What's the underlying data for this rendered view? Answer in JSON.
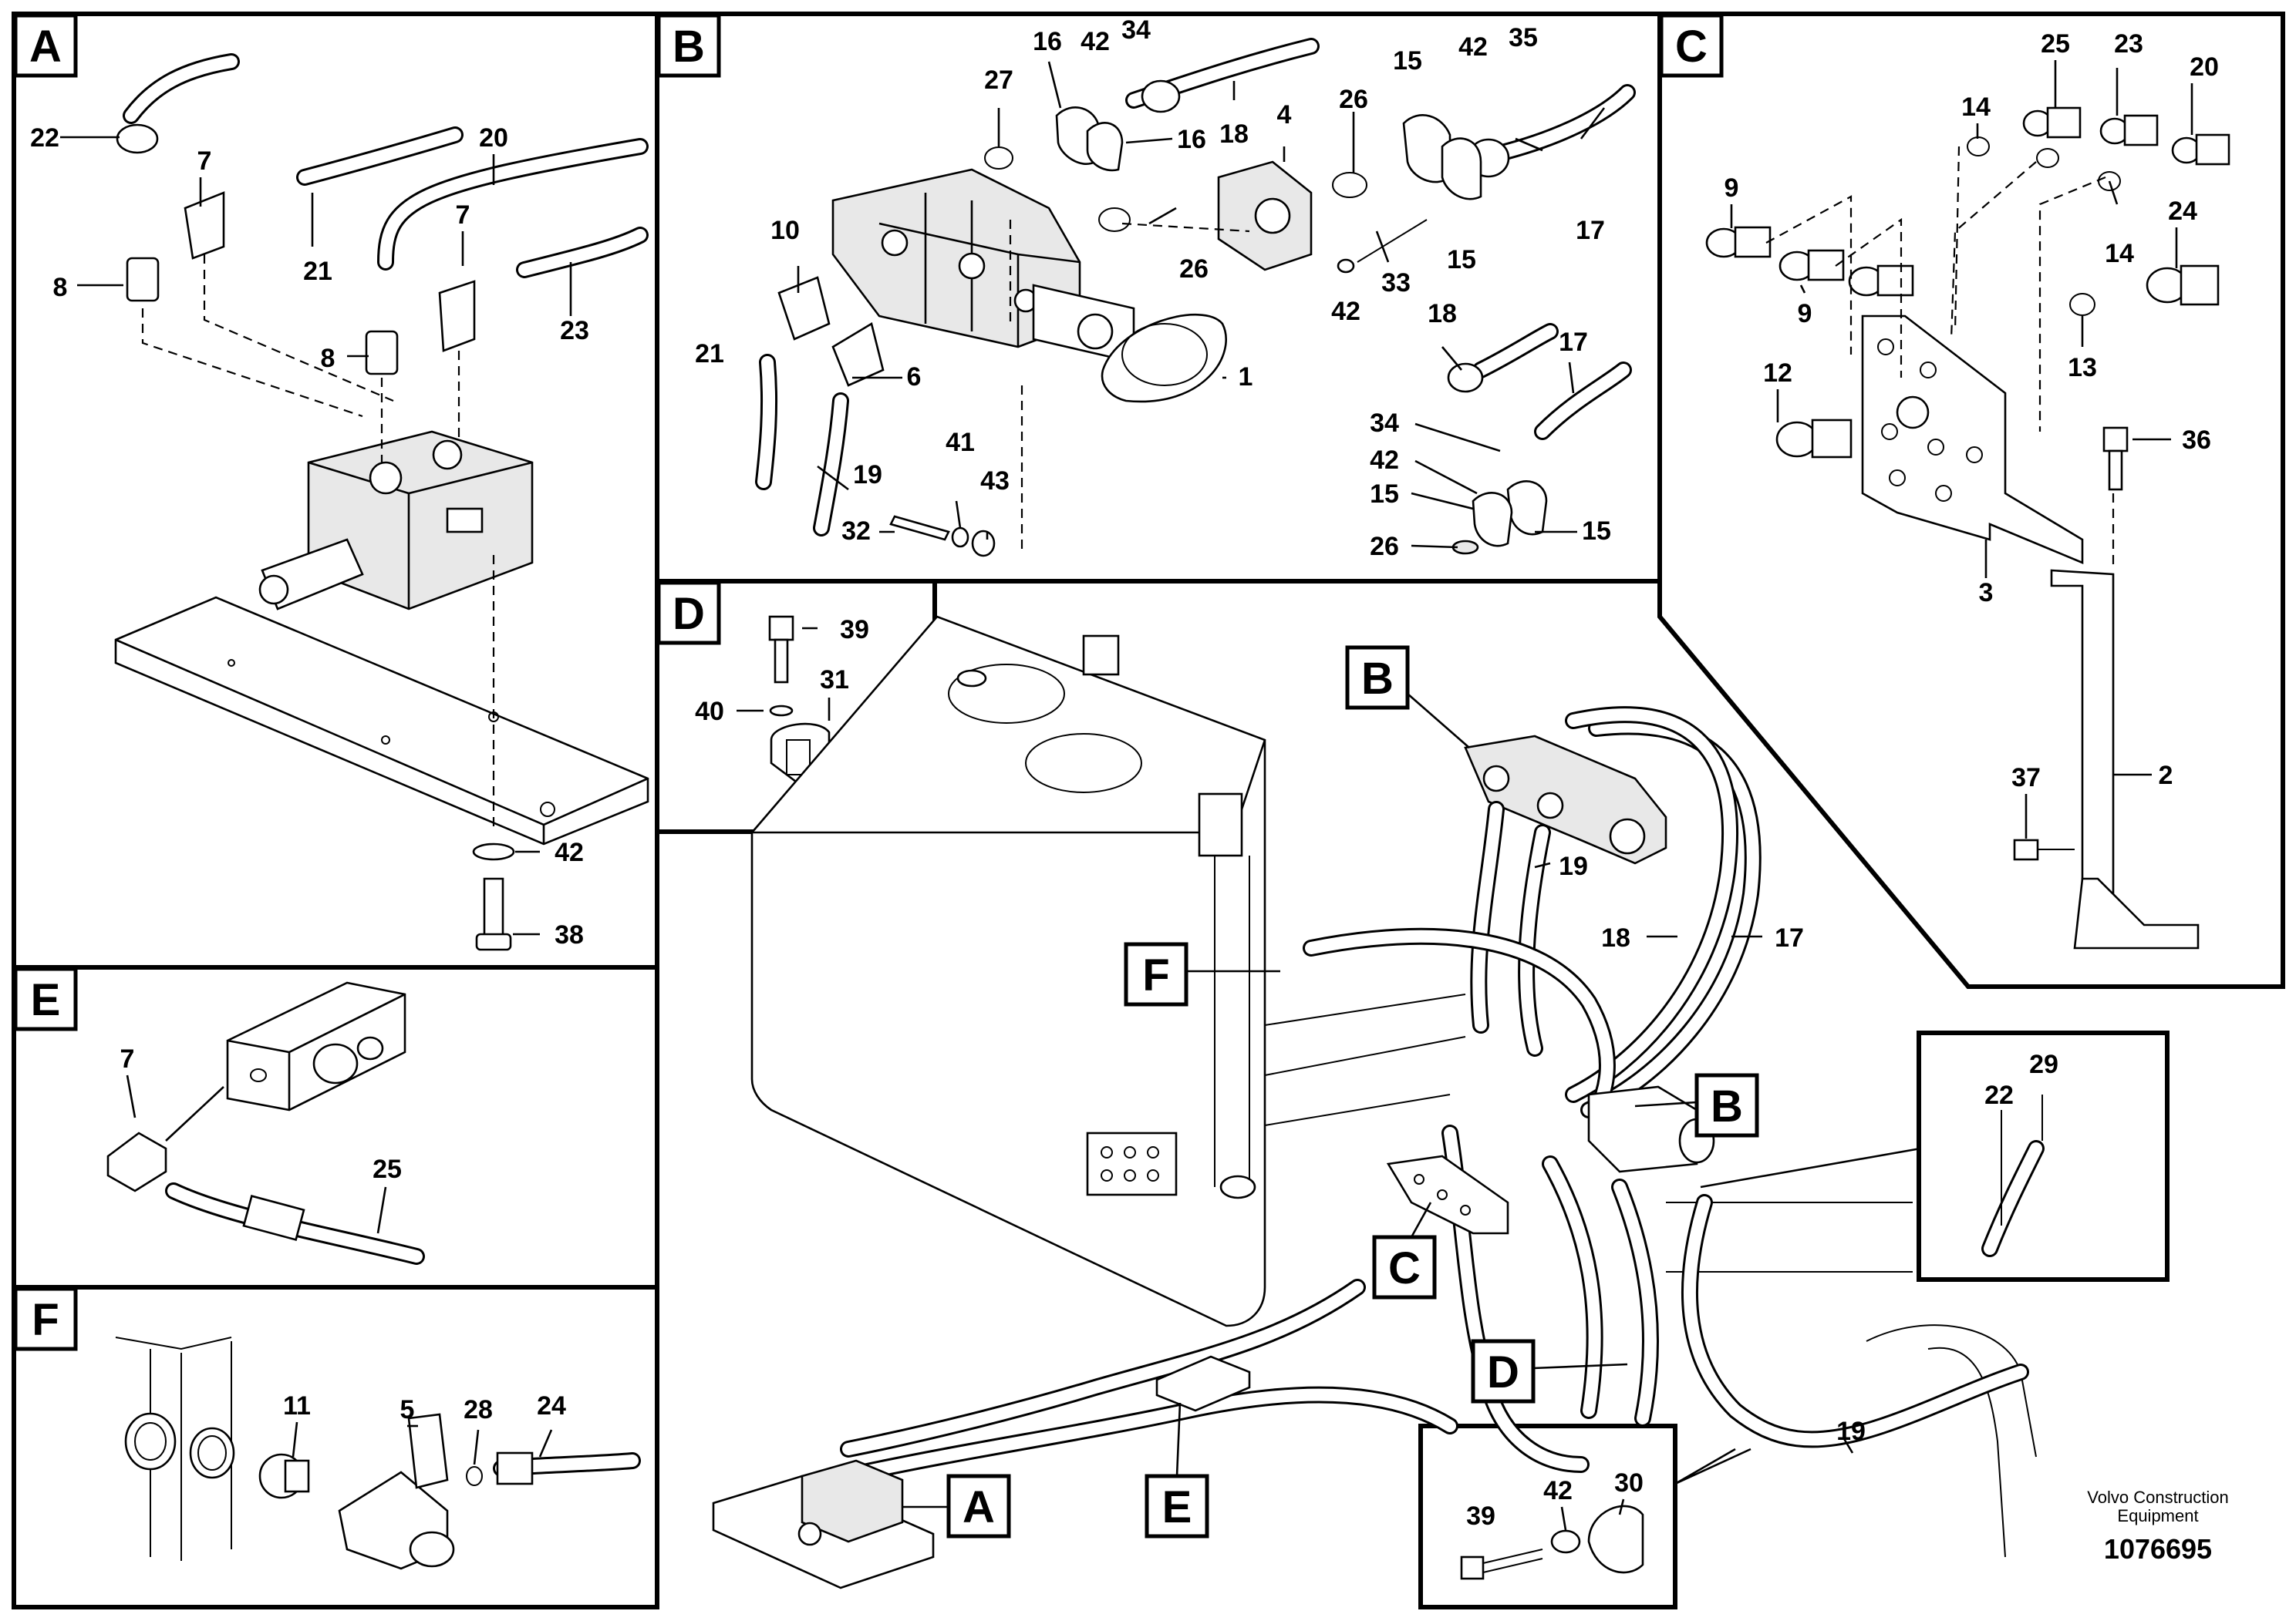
{
  "panels": {
    "A": {
      "letter": "A"
    },
    "B": {
      "letter": "B"
    },
    "C": {
      "letter": "C"
    },
    "D": {
      "letter": "D"
    },
    "E": {
      "letter": "E"
    },
    "F": {
      "letter": "F"
    }
  },
  "overview_tags": {
    "B_top": "B",
    "B_right": "B",
    "C": "C",
    "D": "D",
    "F": "F",
    "A": "A",
    "E": "E"
  },
  "callouts": {
    "A": [
      "22",
      "7",
      "20",
      "21",
      "8",
      "8",
      "7",
      "23",
      "42",
      "38"
    ],
    "B": [
      "27",
      "16",
      "42",
      "34",
      "16",
      "18",
      "4",
      "26",
      "15",
      "42",
      "35",
      "15",
      "17",
      "10",
      "26",
      "33",
      "42",
      "21",
      "6",
      "1",
      "41",
      "43",
      "19",
      "32",
      "18",
      "17",
      "34",
      "42",
      "15",
      "26",
      "15"
    ],
    "C": [
      "14",
      "25",
      "23",
      "20",
      "9",
      "14",
      "24",
      "9",
      "12",
      "13",
      "36",
      "3",
      "2",
      "37"
    ],
    "D": [
      "39",
      "40",
      "31"
    ],
    "E": [
      "7",
      "25"
    ],
    "F": [
      "11",
      "5",
      "28",
      "24"
    ],
    "overview": [
      "19",
      "18",
      "17",
      "22",
      "29",
      "30",
      "42",
      "39",
      "19"
    ]
  },
  "footer": {
    "brand_line1": "Volvo Construction",
    "brand_line2": "Equipment",
    "drawing_number": "1076695"
  }
}
